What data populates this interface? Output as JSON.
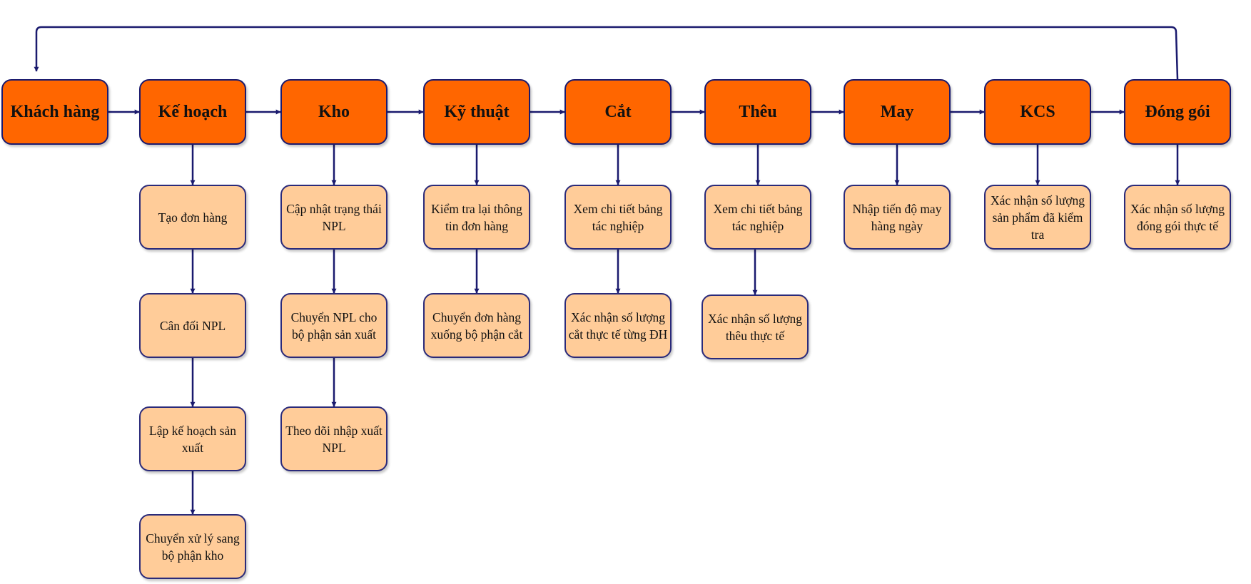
{
  "colors": {
    "head_fill": "#ff6600",
    "task_fill": "#ffcc99",
    "edge": "#1a1a6e"
  },
  "departments": [
    {
      "label": "Khách hàng",
      "tasks": []
    },
    {
      "label": "Kế hoạch",
      "tasks": [
        "Tạo đơn hàng",
        "Cân đối NPL",
        "Lập kế hoạch sản xuất",
        "Chuyển xử lý sang bộ phận kho"
      ]
    },
    {
      "label": "Kho",
      "tasks": [
        "Cập nhật trạng thái NPL",
        "Chuyển NPL cho bộ phận sản xuất",
        "Theo dõi nhập xuất NPL"
      ]
    },
    {
      "label": "Kỹ thuật",
      "tasks": [
        "Kiểm tra lại thông tin đơn hàng",
        "Chuyển đơn hàng xuống bộ phận cắt"
      ]
    },
    {
      "label": "Cắt",
      "tasks": [
        "Xem chi tiết bảng tác nghiệp",
        "Xác nhận số lượng cắt thực tế từng ĐH"
      ]
    },
    {
      "label": "Thêu",
      "tasks": [
        "Xem chi tiết bảng tác nghiệp",
        "Xác nhận số lượng thêu thực tế"
      ]
    },
    {
      "label": "May",
      "tasks": [
        "Nhập tiến độ may hàng ngày"
      ]
    },
    {
      "label": "KCS",
      "tasks": [
        "Xác nhận số lượng sản phẩm đã kiểm tra"
      ]
    },
    {
      "label": "Đóng gói",
      "tasks": [
        "Xác nhận số lượng đóng gói thực tế"
      ]
    }
  ]
}
